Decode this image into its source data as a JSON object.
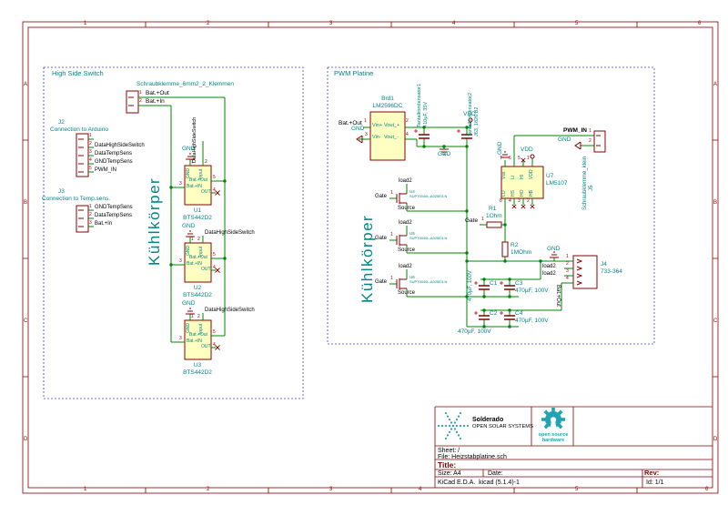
{
  "border": {
    "columns": [
      "1",
      "2",
      "3",
      "4",
      "5",
      "6"
    ],
    "rows": [
      "A",
      "B",
      "C",
      "D"
    ]
  },
  "hss": {
    "title": "High Side Switch",
    "connector_label": "Schraubklemme_6mm2_2_Klemmen",
    "net_bat_out": "Bat.+Out",
    "net_bat_in": "Bat.+In",
    "gnd": "GND",
    "data_net": "DataHighSideSwitch",
    "heatsink": "Kühlkörper",
    "value": "BTS442D2",
    "units": [
      {
        "ref": "U1"
      },
      {
        "ref": "U2"
      },
      {
        "ref": "U3"
      }
    ],
    "pins": {
      "gnd": "GND",
      "input": "Input",
      "bat_out": "Bat.+Out",
      "bat_in": "Bat.+IN",
      "out": "OUT",
      "p1": "1",
      "p2": "2",
      "p3": "3",
      "p4": "4",
      "p5": "5"
    },
    "j2": {
      "ref": "J2",
      "desc": "Connection to Arduino",
      "pins": [
        "DataHighSideSwitch",
        "DataTempSens",
        "GNDTempSens",
        "PWM_IN"
      ],
      "nums": [
        "1",
        "2",
        "3",
        "4",
        "5"
      ]
    },
    "j3": {
      "ref": "J3",
      "desc": "Connection to Temp.sens.",
      "pins": [
        "GNDTempSens",
        "DataTempSens",
        "Bat.+In"
      ],
      "nums": [
        "1",
        "2",
        "3"
      ]
    }
  },
  "pwm": {
    "title": "PWM Platine",
    "heatsink": "Kühlkörper",
    "gnd": "GND",
    "vdd": "VDD",
    "pwm_in": "PWM_IN",
    "net_bat_out": "Bat.+Out",
    "net_gate": "Gate",
    "net_load": "load2",
    "net_source": "Source",
    "regulator": {
      "ref": "Brd1",
      "value": "LM2596DC",
      "vinp": "Vin+",
      "voutp": "Vout_+",
      "vinn": "Vin-",
      "voutn": "Vout_-",
      "n1": "1",
      "n2": "2",
      "n3": "3",
      "n4": "4"
    },
    "tantal1": [
      "Tantalkondensator1",
      "+10µF, 35V"
    ],
    "tantal2": [
      "Tantalkondensator2",
      "J63, 1826 B2"
    ],
    "driver": {
      "ref": "U7",
      "value": "LM5107",
      "top_pins": [
        "Vss",
        "LI",
        "HI",
        "VDD"
      ],
      "top_nums": [
        "7",
        "6",
        "5",
        "1"
      ],
      "bottom_pins": [
        "LO",
        "HS",
        "HO",
        "HB"
      ],
      "bottom_nums": [
        "8",
        "4",
        "3",
        "2"
      ]
    },
    "j5": {
      "ref": "J5",
      "label": "Schraubklemme_klein",
      "n1": "1",
      "n2": "2"
    },
    "r1": {
      "ref": "R1",
      "value": "1Ohm",
      "n1": "1"
    },
    "r2": {
      "ref": "R2",
      "value": "1MOhm"
    },
    "mosfets": [
      {
        "ref": "U4"
      },
      {
        "ref": "U5"
      },
      {
        "ref": "U6"
      }
    ],
    "mosfet_value": "SUP70040L-A025E3-N",
    "caps": [
      {
        "ref": "C1",
        "value": "470µF, 100V"
      },
      {
        "ref": "C2",
        "value": "470µF, 100V"
      },
      {
        "ref": "C3",
        "value": "470µF, 100V"
      },
      {
        "ref": "C4",
        "value": "470µF, 100V"
      }
    ],
    "j4": {
      "ref": "J4",
      "value": "733-364",
      "nums": [
        "1",
        "2",
        "3",
        "4"
      ]
    }
  },
  "titleblock": {
    "brand": "Solderado",
    "brand_sub": "OPEN SOLAR SYSTEMS",
    "oshw_line1": "open source",
    "oshw_line2": "hardware",
    "sheet": "Sheet: /",
    "file": "File: Heizstabplatine.sch",
    "title_label": "Title:",
    "size": "Size: A4",
    "date": "Date:",
    "rev": "Rev:",
    "kicad": "KiCad E.D.A.  kicad (5.1.4)-1",
    "id": "Id: 1/1"
  }
}
